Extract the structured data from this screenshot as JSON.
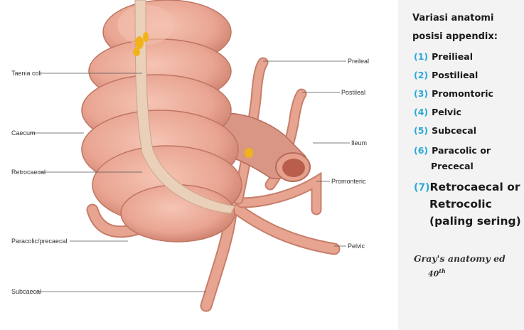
{
  "diagram": {
    "labels": {
      "taenia_coli": "Taenia coli",
      "caecum": "Caecum",
      "retrocaecal": "Retrocaecal",
      "paracolic": "Paracolic/precaecal",
      "subcaecal": "Subcaecal",
      "preileal": "Preileal",
      "postileal": "Postileal",
      "ileum": "Ileum",
      "promonteric": "Promonteric",
      "pelvic": "Pelvic"
    }
  },
  "legend": {
    "title_line1": "Variasi anatomi",
    "title_line2": "posisi appendix:",
    "items": [
      {
        "num": "(1)",
        "label": "Preilieal"
      },
      {
        "num": "(2)",
        "label": "Postilieal"
      },
      {
        "num": "(3)",
        "label": "Promontoric"
      },
      {
        "num": "(4)",
        "label": "Pelvic"
      },
      {
        "num": "(5)",
        "label": "Subcecal"
      },
      {
        "num": "(6)",
        "label": "Paracolic or",
        "cont": "Prececal"
      }
    ],
    "highlight": {
      "num": "(7)",
      "label": "Retrocaecal or",
      "line2": "Retrocolic",
      "line3": "(paling sering)"
    },
    "citation": "Gray's anatomy ed",
    "citation_sub_base": "40",
    "citation_sub_sup": "th"
  },
  "colors": {
    "tissue": "#e9a592",
    "tissue_dark": "#c57866",
    "taenia": "#e8c9b0",
    "fat": "#f2b21c",
    "accent": "#29a9d8"
  }
}
